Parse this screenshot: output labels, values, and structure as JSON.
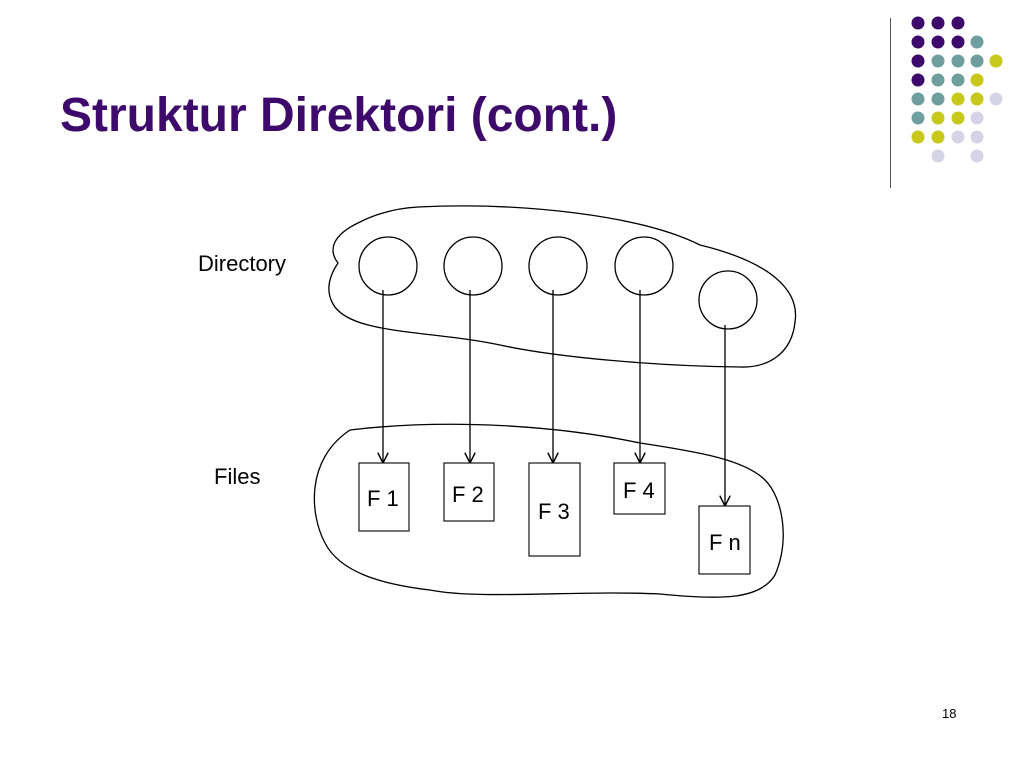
{
  "slide": {
    "title": "Struktur Direktori (cont.)",
    "page_number": "18"
  },
  "diagram": {
    "directory_label": "Directory",
    "files_label": "Files",
    "files": [
      "F 1",
      "F 2",
      "F 3",
      "F 4",
      "F n"
    ]
  },
  "colors": {
    "title": "#3d0a6b",
    "dot_purple": "#3d0a6b",
    "dot_teal": "#6e9e9e",
    "dot_yellow": "#c8c81a",
    "dot_lavender": "#d4d4e6"
  }
}
